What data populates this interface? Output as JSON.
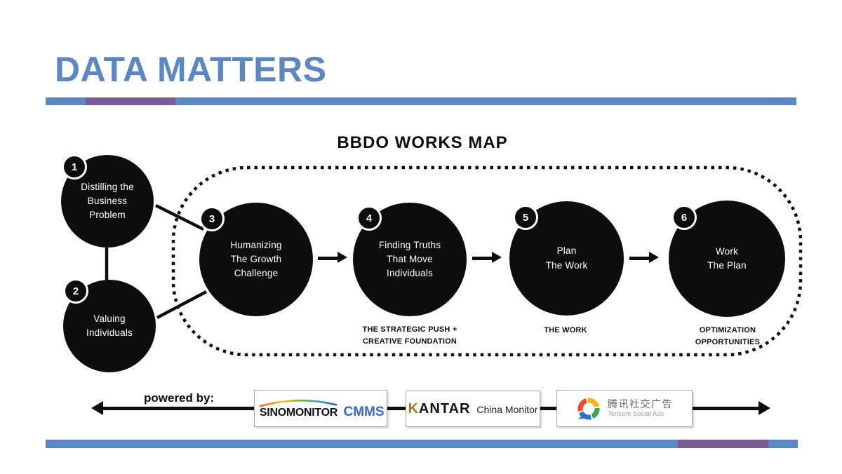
{
  "title": "DATA MATTERS",
  "diagram": {
    "title": "BBDO WORKS MAP",
    "steps": [
      {
        "number": "1",
        "label": "Distilling the\nBusiness\nProblem",
        "caption": ""
      },
      {
        "number": "2",
        "label": "Valuing\nIndividuals",
        "caption": ""
      },
      {
        "number": "3",
        "label": "Humanizing\nThe Growth\nChallenge",
        "caption": ""
      },
      {
        "number": "4",
        "label": "Finding Truths\nThat Move\nIndividuals",
        "caption": "THE STRATEGIC PUSH +\nCREATIVE FOUNDATION"
      },
      {
        "number": "5",
        "label": "Plan\nThe Work",
        "caption": "THE WORK"
      },
      {
        "number": "6",
        "label": "Work\nThe Plan",
        "caption": "OPTIMIZATION\nOPPORTUNITIES"
      }
    ]
  },
  "powered_by": {
    "label": "powered by:",
    "logos": [
      {
        "name": "SINOMONITOR",
        "product": "CMMS"
      },
      {
        "name": "KANTAR",
        "product": "China Monitor"
      },
      {
        "name_cn": "腾讯社交广告",
        "name_en": "Tencent Social Ads"
      }
    ]
  },
  "colors": {
    "accent_blue": "#5b87c4",
    "accent_purple": "#7e5a95",
    "ink": "#0d0d0d",
    "cmms_blue": "#3a67c6",
    "kantar_gold": "#9c7b25",
    "tencent_red": "#ea4c2a",
    "tencent_yellow": "#f8b319",
    "tencent_green": "#2faa4e",
    "tencent_blue": "#2e6bd8"
  }
}
